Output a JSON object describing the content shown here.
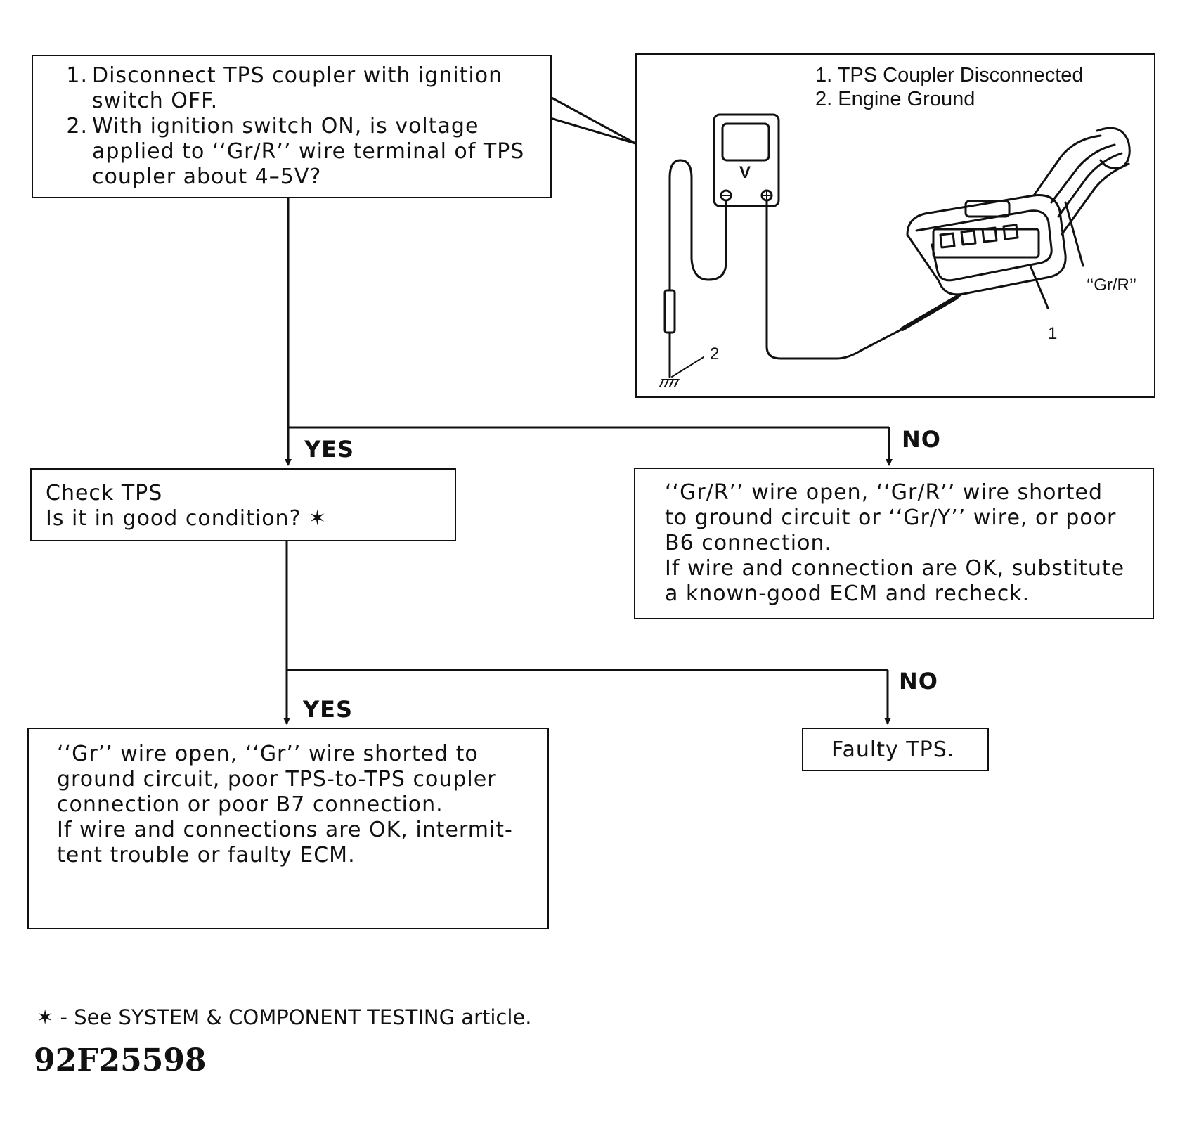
{
  "step1": {
    "items": [
      {
        "num": "1.",
        "lines": [
          "Disconnect TPS coupler with ignition",
          "switch OFF."
        ]
      },
      {
        "num": "2.",
        "lines": [
          "With ignition switch ON, is voltage",
          "applied to ‘‘Gr/R’’ wire terminal of TPS",
          "coupler about 4–5V?"
        ]
      }
    ]
  },
  "illustration": {
    "legend": [
      "1. TPS Coupler Disconnected",
      "2. Engine Ground"
    ],
    "meter_label": "V",
    "wire_label": "‘‘Gr/R’’",
    "callout_1": "1",
    "callout_2": "2"
  },
  "branches": {
    "yes_1": "YES",
    "no_1": "NO",
    "yes_2": "YES",
    "no_2": "NO"
  },
  "check_tps": {
    "lines": [
      "Check TPS",
      "Is it in good condition? ✶"
    ]
  },
  "result_no_1": {
    "lines": [
      "‘‘Gr/R’’ wire open, ‘‘Gr/R’’ wire shorted",
      "to ground circuit or ‘‘Gr/Y’’ wire, or poor",
      "B6 connection.",
      "If wire and connection are OK, substitute",
      "a known-good ECM and recheck."
    ]
  },
  "result_yes_2": {
    "lines": [
      "‘‘Gr’’ wire open, ‘‘Gr’’ wire shorted to",
      "ground circuit, poor TPS-to-TPS coupler",
      "connection or poor B7 connection.",
      "If wire and connections are OK, intermit-",
      "tent trouble or faulty ECM."
    ]
  },
  "result_no_2": {
    "label": "Faulty TPS."
  },
  "footnote": "✶ - See SYSTEM & COMPONENT TESTING article.",
  "figure_code": "92F25598"
}
